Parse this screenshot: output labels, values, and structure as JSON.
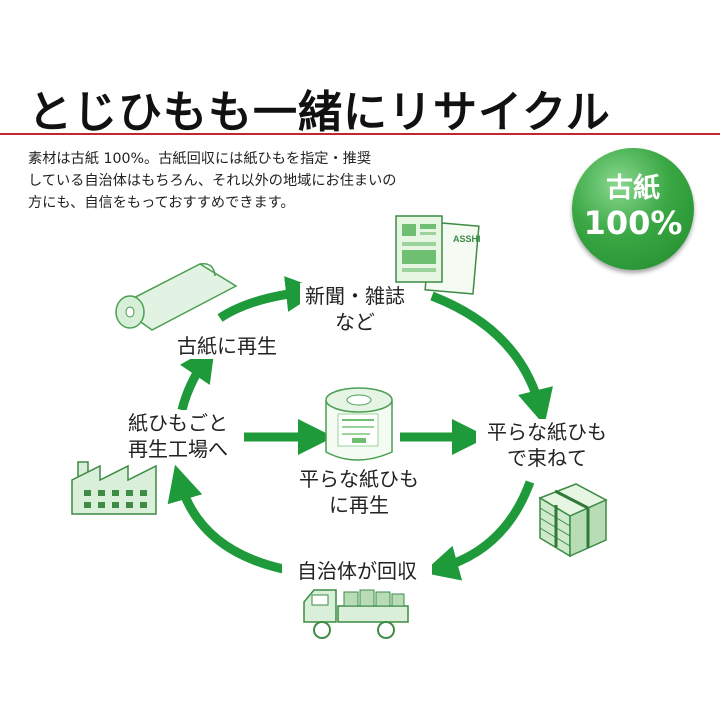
{
  "title": "とじひもも一緒にリサイクル",
  "description": [
    "素材は古紙 100%。古紙回収には紙ひもを指定・推奨",
    "している自治体はもちろん、それ以外の地域にお住まいの",
    "方にも、自信をもっておすすめできます。"
  ],
  "badge": {
    "line1": "古紙",
    "line2": "100%"
  },
  "cycle": {
    "newspaper": [
      "新聞・雑誌",
      "など"
    ],
    "recycle_to_paper": "古紙に再生",
    "factory": [
      "紙ひもごと",
      "再生工場へ"
    ],
    "center": [
      "平らな紙ひも",
      "に再生"
    ],
    "bundle": [
      "平らな紙ひも",
      "で束ねて"
    ],
    "collect": "自治体が回収"
  },
  "icons": {
    "paper_roll": "paper-roll-icon",
    "magazines": "magazines-icon",
    "string_roll": "string-roll-icon",
    "factory": "factory-icon",
    "bundled_paper": "bundled-paper-icon",
    "truck": "truck-icon"
  },
  "magazine_text": "ASSHI",
  "colors": {
    "accent_green": "#1e9a3a",
    "rule_red": "#c4262e",
    "icon_green": "#6fbf73",
    "badge_green": "#2f9d3a"
  }
}
